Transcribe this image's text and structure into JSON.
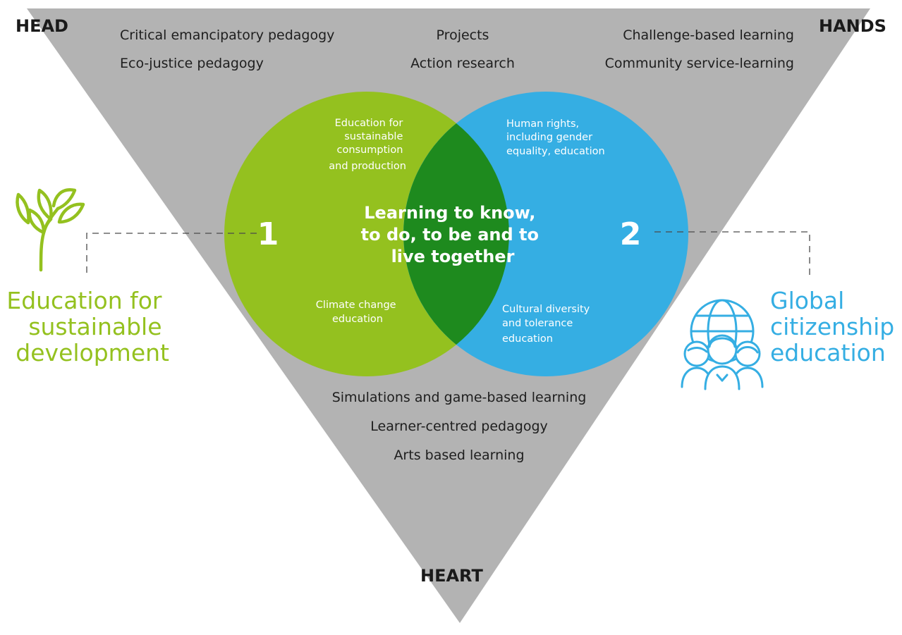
{
  "corners": {
    "head": "HEAD",
    "hands": "HANDS",
    "heart": "HEART"
  },
  "methods_top": {
    "left": [
      "Critical emancipatory pedagogy",
      "Eco-justice pedagogy"
    ],
    "middle": [
      "Projects",
      "Action research"
    ],
    "right": [
      "Challenge-based learning",
      "Community service-learning"
    ]
  },
  "methods_bottom": [
    "Simulations and game-based learning",
    "Learner-centred pedagogy",
    "Arts based learning"
  ],
  "venn": {
    "center_lines": [
      "Learning to know,",
      "to do, to be and to",
      "live together"
    ],
    "left": {
      "number": "1",
      "topic_top": [
        "Education for",
        "sustainable",
        "consumption",
        "and production"
      ],
      "topic_bottom": [
        "Climate change",
        "education"
      ]
    },
    "right": {
      "number": "2",
      "topic_top": [
        "Human rights,",
        "including gender",
        "equality, education"
      ],
      "topic_bottom": [
        "Cultural diversity",
        "and tolerance",
        "education"
      ]
    }
  },
  "side_labels": {
    "left": [
      "Education for",
      "sustainable",
      "development"
    ],
    "right": [
      "Global",
      "citizenship",
      "education"
    ]
  },
  "icons": {
    "left": "plant-sprout-icon",
    "right": "globe-people-icon"
  },
  "colors": {
    "triangle": "#b3b3b3",
    "green": "#94c11f",
    "blue": "#35aee3",
    "overlap": "#1e8a1e",
    "text_dark": "#1e1e1e"
  }
}
